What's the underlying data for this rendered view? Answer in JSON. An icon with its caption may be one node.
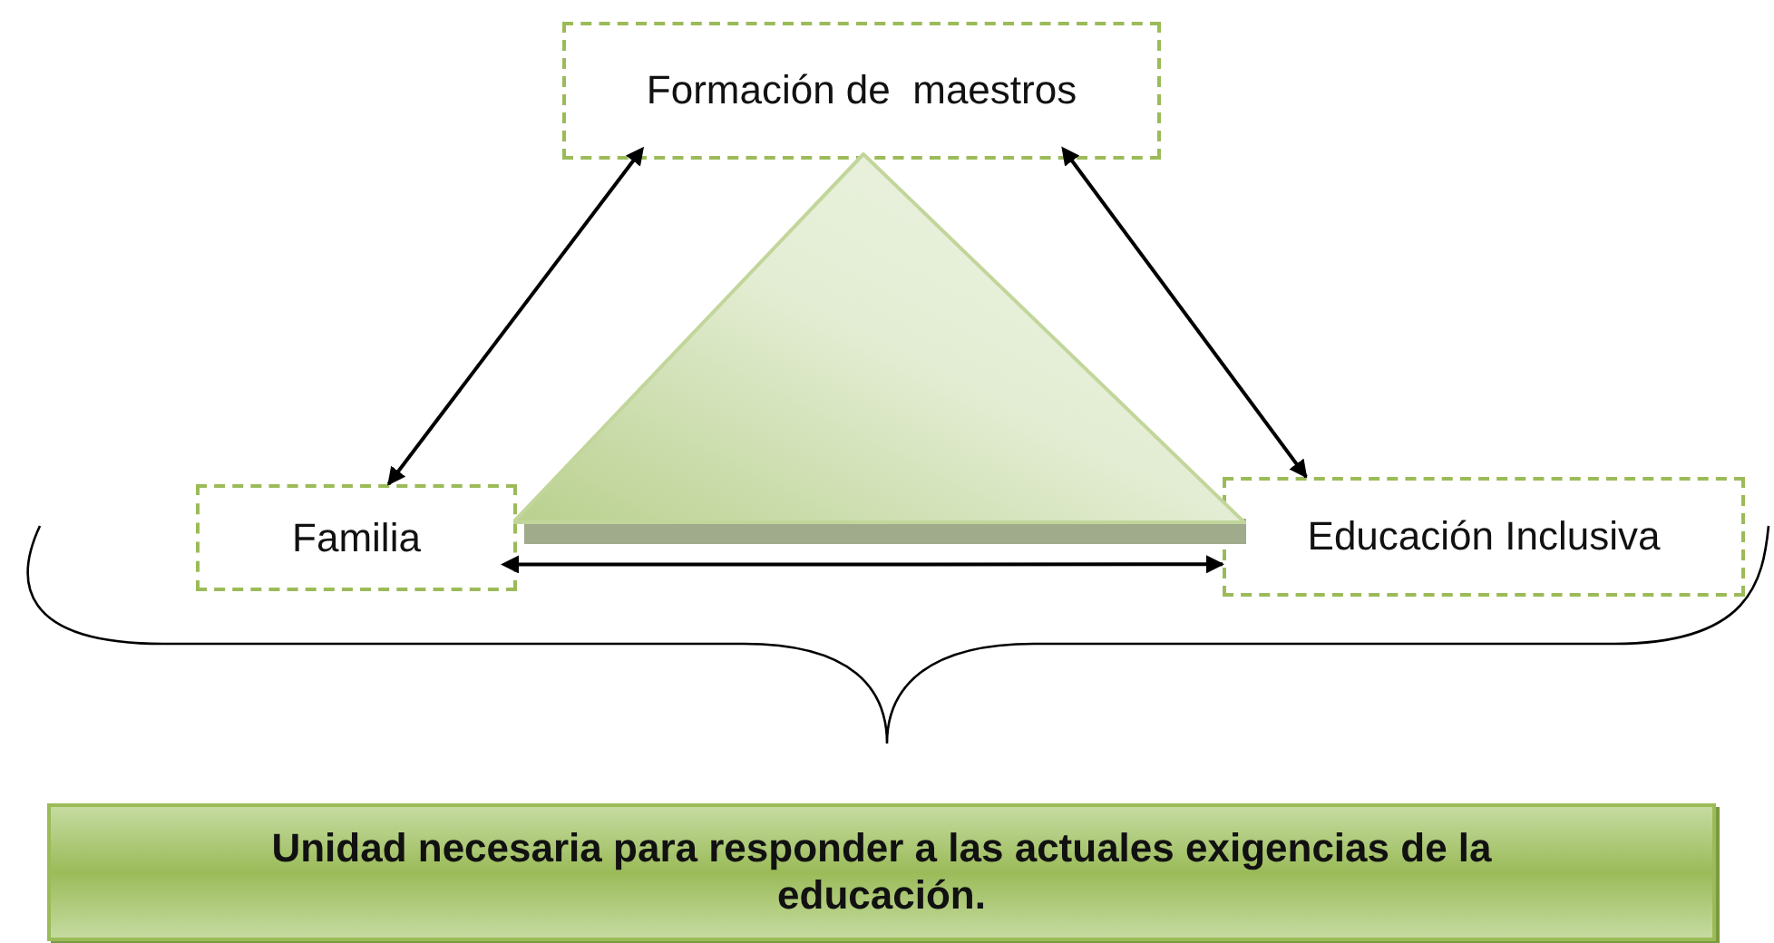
{
  "diagram": {
    "nodes": [
      {
        "text": [
          "Formación de  maestros"
        ]
      },
      {
        "text": [
          "Familia"
        ]
      },
      {
        "text": [
          "Educación Inclusiva"
        ]
      },
      {
        "text": [],
        "shape": "triangle"
      },
      {
        "text": [
          "Unidad necesaria para responder a las actuales exigencias de la educación."
        ]
      }
    ],
    "edges": [
      {
        "from": 0,
        "to": 1,
        "arrow": "both"
      },
      {
        "from": 0,
        "to": 2,
        "arrow": "both"
      },
      {
        "from": 1,
        "to": 2,
        "arrow": "both"
      }
    ]
  }
}
